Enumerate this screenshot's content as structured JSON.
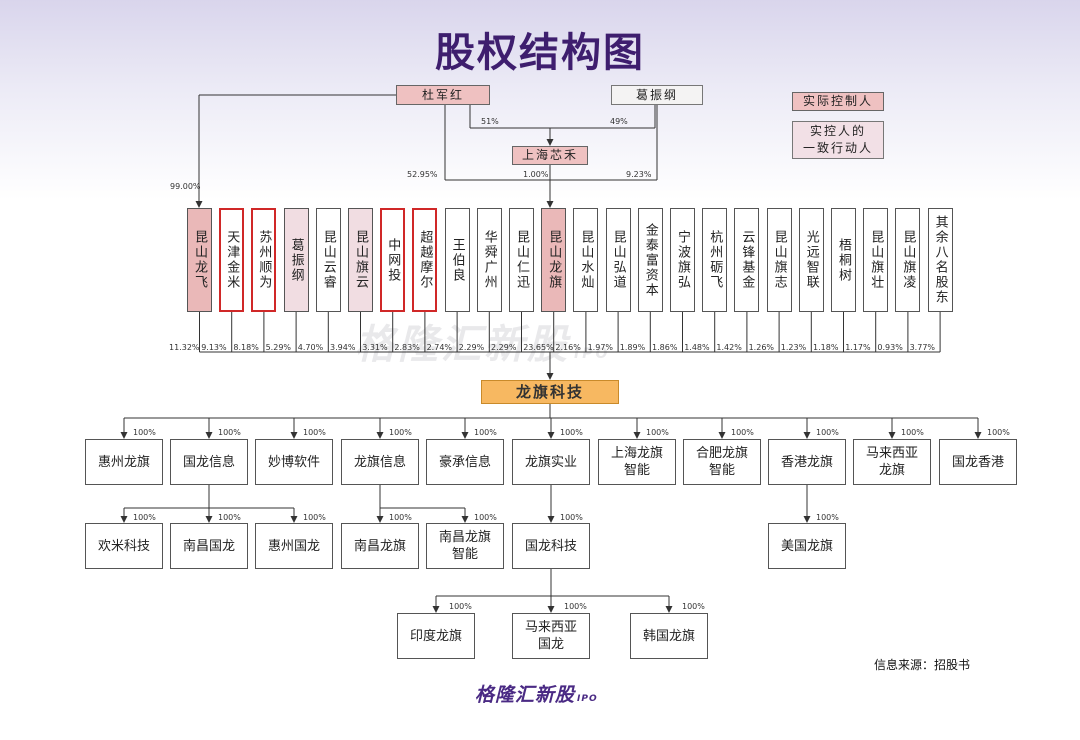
{
  "title": "股权结构图",
  "legend": {
    "controller": "实际控制人",
    "concert": "实控人的\n一致行动人"
  },
  "top": {
    "du": "杜军红",
    "ge": "葛振纲",
    "shxm": "上海芯禾",
    "pct_du_shxm": "51%",
    "pct_ge_shxm": "49%",
    "pct_du_ksfl": "99.00%",
    "pct_du_kslq": "52.95%",
    "pct_shxm_kslq": "1.00%",
    "pct_ge_kslq": "9.23%"
  },
  "shareholders": [
    {
      "name": "昆山龙飞",
      "pct": "11.32%",
      "style": "pink"
    },
    {
      "name": "天津金米",
      "pct": "9.13%",
      "style": "red"
    },
    {
      "name": "苏州顺为",
      "pct": "8.18%",
      "style": "red"
    },
    {
      "name": "葛振纲",
      "pct": "5.29%",
      "style": "lpink"
    },
    {
      "name": "昆山云睿",
      "pct": "4.70%",
      "style": "white"
    },
    {
      "name": "昆山旗云",
      "pct": "3.94%",
      "style": "lpink"
    },
    {
      "name": "中网投",
      "pct": "3.31%",
      "style": "red"
    },
    {
      "name": "超越摩尔",
      "pct": "2.83%",
      "style": "red"
    },
    {
      "name": "王伯良",
      "pct": "2.74%",
      "style": "white"
    },
    {
      "name": "华舜广州",
      "pct": "2.29%",
      "style": "white"
    },
    {
      "name": "昆山仁迅",
      "pct": "2.29%",
      "style": "white"
    },
    {
      "name": "昆山龙旗",
      "pct": "23.65%",
      "style": "pink"
    },
    {
      "name": "昆山水灿",
      "pct": "2.16%",
      "style": "white"
    },
    {
      "name": "昆山弘道",
      "pct": "1.97%",
      "style": "white"
    },
    {
      "name": "金泰富资本",
      "pct": "1.89%",
      "style": "white"
    },
    {
      "name": "宁波旗弘",
      "pct": "1.86%",
      "style": "white"
    },
    {
      "name": "杭州砺飞",
      "pct": "1.48%",
      "style": "white"
    },
    {
      "name": "云锋基金",
      "pct": "1.42%",
      "style": "white"
    },
    {
      "name": "昆山旗志",
      "pct": "1.26%",
      "style": "white"
    },
    {
      "name": "光远智联",
      "pct": "1.23%",
      "style": "white"
    },
    {
      "name": "梧桐树",
      "pct": "1.18%",
      "style": "white"
    },
    {
      "name": "昆山旗壮",
      "pct": "1.17%",
      "style": "white"
    },
    {
      "name": "昆山旗凌",
      "pct": "0.93%",
      "style": "white"
    },
    {
      "name": "其余八名股东",
      "pct": "3.77%",
      "style": "white"
    }
  ],
  "core": "龙旗科技",
  "subsidiaries": [
    {
      "name": "惠州龙旗",
      "pct": "100%"
    },
    {
      "name": "国龙信息",
      "pct": "100%"
    },
    {
      "name": "妙博软件",
      "pct": "100%"
    },
    {
      "name": "龙旗信息",
      "pct": "100%"
    },
    {
      "name": "豪承信息",
      "pct": "100%"
    },
    {
      "name": "龙旗实业",
      "pct": "100%"
    },
    {
      "name": "上海龙旗\n智能",
      "pct": "100%"
    },
    {
      "name": "合肥龙旗\n智能",
      "pct": "100%"
    },
    {
      "name": "香港龙旗",
      "pct": "100%"
    },
    {
      "name": "马来西亚\n龙旗",
      "pct": "100%"
    },
    {
      "name": "国龙香港",
      "pct": "100%"
    }
  ],
  "level2": [
    {
      "name": "欢米科技",
      "pct": "100%"
    },
    {
      "name": "南昌国龙",
      "pct": "100%"
    },
    {
      "name": "惠州国龙",
      "pct": "100%"
    },
    {
      "name": "南昌龙旗",
      "pct": "100%"
    },
    {
      "name": "南昌龙旗\n智能",
      "pct": "100%"
    },
    {
      "name": "国龙科技",
      "pct": "100%"
    },
    {
      "name": "美国龙旗",
      "pct": "100%"
    }
  ],
  "level3": [
    {
      "name": "印度龙旗",
      "pct": "100%"
    },
    {
      "name": "马来西亚\n国龙",
      "pct": "100%"
    },
    {
      "name": "韩国龙旗",
      "pct": "100%"
    }
  ],
  "source": "信息来源：招股书",
  "logo": {
    "text": "格隆汇新股",
    "suffix": "IPO"
  },
  "watermark": {
    "text": "格隆汇新股",
    "suffix": "IPO"
  }
}
